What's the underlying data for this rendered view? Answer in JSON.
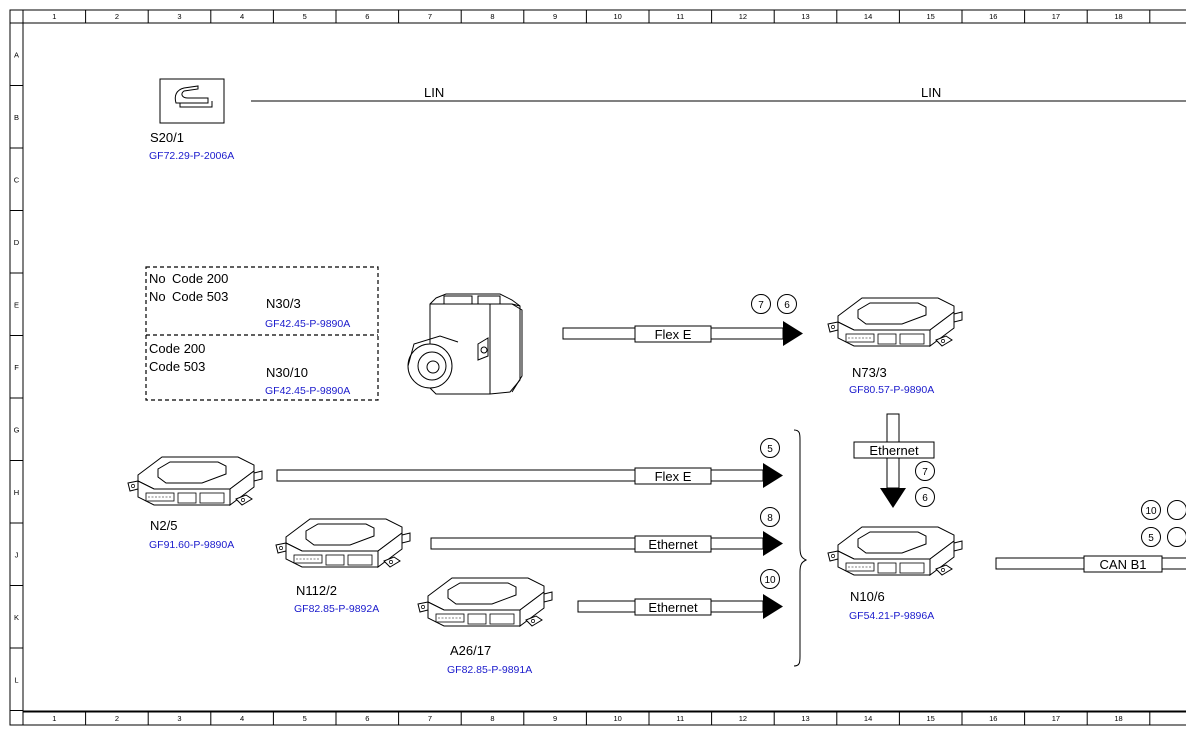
{
  "ruler": {
    "columns": [
      "1",
      "2",
      "3",
      "4",
      "5",
      "6",
      "7",
      "8",
      "9",
      "10",
      "11",
      "12",
      "13",
      "14",
      "15",
      "16",
      "17",
      "18"
    ],
    "rows": [
      "A",
      "B",
      "C",
      "D",
      "E",
      "F",
      "G",
      "H",
      "J",
      "K",
      "L"
    ]
  },
  "buses": {
    "lin_left": "LIN",
    "lin_right": "LIN",
    "flex_e_top": "Flex E",
    "flex_e_mid": "Flex E",
    "ethernet_n112": "Ethernet",
    "ethernet_a26": "Ethernet",
    "ethernet_vertical": "Ethernet",
    "can_b1": "CAN B1"
  },
  "circles": {
    "top_a": "7",
    "top_b": "6",
    "mid": "5",
    "eth1": "8",
    "eth2": "10",
    "vert_a": "7",
    "vert_b": "6",
    "right_a": "10",
    "right_b": "5"
  },
  "components": {
    "s20_1": {
      "code": "S20/1",
      "ref": "GF72.29-P-2006A"
    },
    "n30_3": {
      "code": "N30/3",
      "ref": "GF42.45-P-9890A"
    },
    "n30_10": {
      "code": "N30/10",
      "ref": "GF42.45-P-9890A"
    },
    "n73_3": {
      "code": "N73/3",
      "ref": "GF80.57-P-9890A"
    },
    "n2_5": {
      "code": "N2/5",
      "ref": "GF91.60-P-9890A"
    },
    "n112_2": {
      "code": "N112/2",
      "ref": "GF82.85-P-9892A"
    },
    "a26_17": {
      "code": "A26/17",
      "ref": "GF82.85-P-9891A"
    },
    "n10_6": {
      "code": "N10/6",
      "ref": "GF54.21-P-9896A"
    }
  },
  "variant_box": {
    "top_line1_a": "No",
    "top_line1_b": "Code 200",
    "top_line2_a": "No",
    "top_line2_b": "Code 503",
    "bottom_line1": "Code 200",
    "bottom_line2": "Code 503"
  },
  "icons": [
    "seat-switch-icon",
    "ecu-module-icon",
    "abs-pump-icon"
  ]
}
